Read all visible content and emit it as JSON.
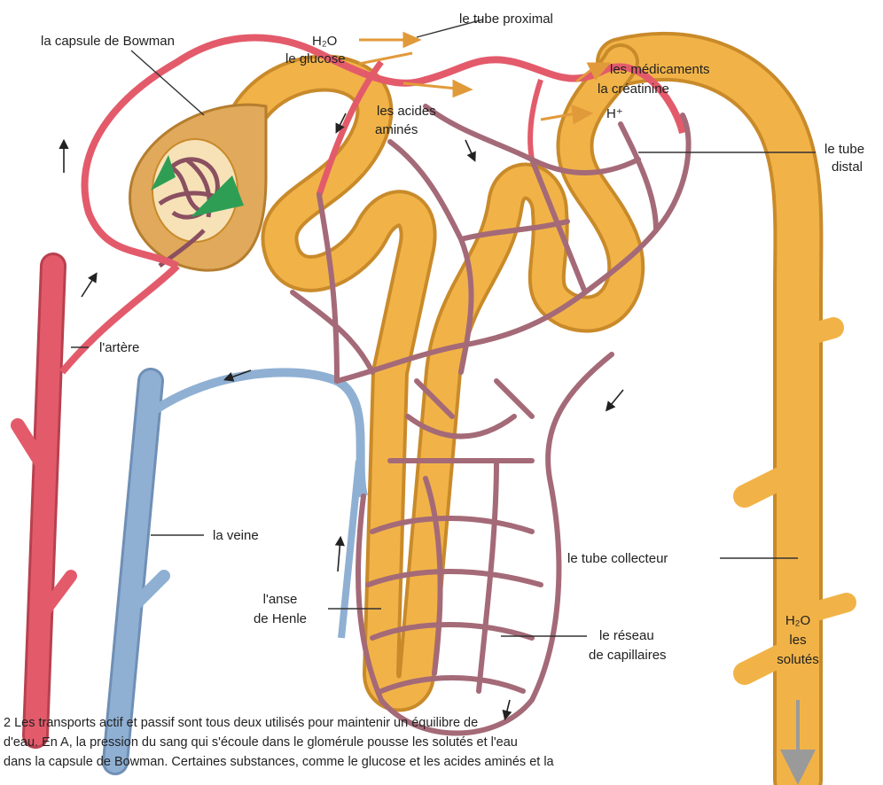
{
  "labels": {
    "bowman": "la capsule de Bowman",
    "proximal": "le tube proximal",
    "h2o_top": "H₂O",
    "glucose": "le glucose",
    "medicaments": "les médicaments",
    "creatinine": "la créatinine",
    "acides_1": "les acides",
    "acides_2": "aminés",
    "hplus": "H⁺",
    "distal_1": "le tube",
    "distal_2": "distal",
    "artere": "l'artère",
    "veine": "la veine",
    "collecteur": "le tube collecteur",
    "anse_1": "l'anse",
    "anse_2": "de Henle",
    "reseau_1": "le réseau",
    "reseau_2": "de capillaires",
    "h2o_bottom": "H₂O",
    "les": "les",
    "solutes": "solutés"
  },
  "caption": {
    "line1": "2  Les transports actif et passif sont tous deux utilisés pour maintenir un équilibre de",
    "line2": "d'eau. En A, la pression du sang qui s'écoule dans le glomérule pousse les solutés et l'eau",
    "line3": "dans la capsule de Bowman. Certaines substances, comme le glucose et les acides aminés et la"
  },
  "colors": {
    "artery": "#e35b6b",
    "vein": "#8fb0d3",
    "capillary": "#a46a78",
    "tubule": "#f1b348",
    "tubule_edge": "#c98a2a",
    "capsule": "#e0a95b",
    "arrow_green": "#2e9e55",
    "arrow_orange": "#e19a3a"
  }
}
